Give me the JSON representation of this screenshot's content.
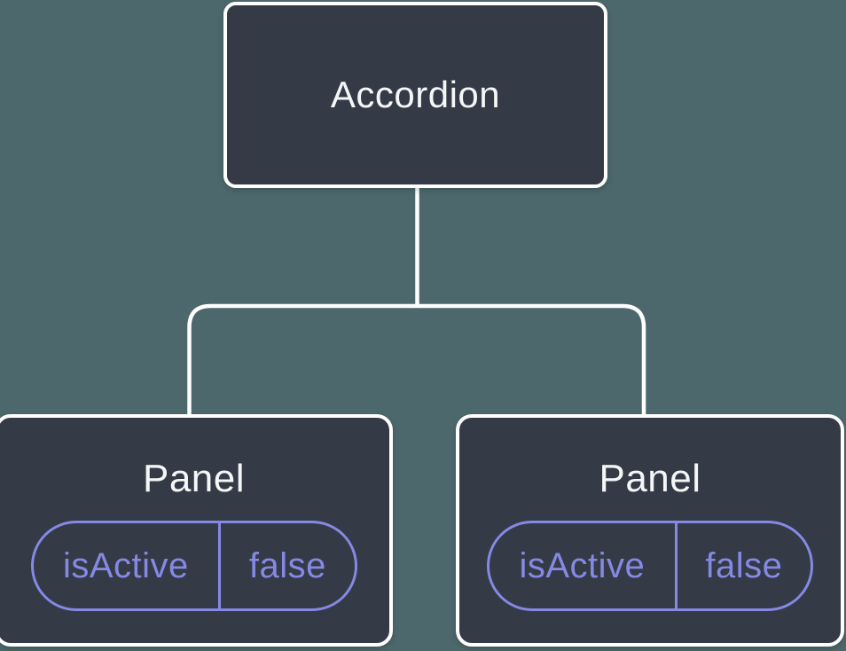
{
  "colors": {
    "background": "#4d686c",
    "node_fill": "#343a46",
    "node_border": "#ffffff",
    "node_title": "#f5f6f8",
    "state_accent": "#8589e4"
  },
  "diagram": {
    "root": {
      "label": "Accordion"
    },
    "children": [
      {
        "label": "Panel",
        "state": {
          "name": "isActive",
          "value": "false"
        }
      },
      {
        "label": "Panel",
        "state": {
          "name": "isActive",
          "value": "false"
        }
      }
    ]
  }
}
